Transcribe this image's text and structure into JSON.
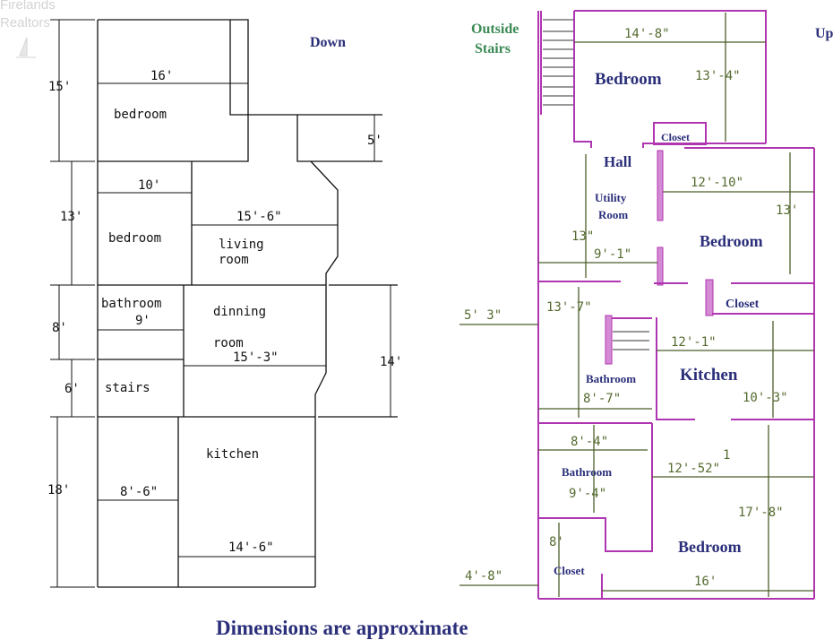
{
  "watermark": {
    "line1": "Firelands",
    "line2": "Realtors"
  },
  "colors": {
    "label_blue": "#2b2f7a",
    "label_green": "#3c8a55",
    "wall_purple": "#b035b0",
    "dimension_green": "#4b5e2a"
  },
  "lower_plan": {
    "direction_label": "Down",
    "rooms": {
      "bedroom1": "bedroom",
      "bedroom2": "bedroom",
      "living1": "living",
      "living2": "room",
      "bathroom": "bathroom",
      "dining1": "dinning",
      "dining2": "room",
      "stairs": "stairs",
      "kitchen": "kitchen"
    },
    "dimensions": {
      "d15": "15'",
      "d16": "16'",
      "d5": "5'",
      "d13": "13'",
      "d10": "10'",
      "d15_6": "15'-6\"",
      "d8": "8'",
      "d9": "9'",
      "d15_3": "15'-3\"",
      "d14": "14'",
      "d6": "6'",
      "d18": "18'",
      "d8_6": "8'-6\"",
      "d14_6": "14'-6\""
    }
  },
  "upper_plan": {
    "outside_stairs_1": "Outside",
    "outside_stairs_2": "Stairs",
    "direction_label": "Up",
    "rooms": {
      "bedroom_top": "Bedroom",
      "closet_top": "Closet",
      "hall": "Hall",
      "utility1": "Utility",
      "utility2": "Room",
      "bedroom_mid": "Bedroom",
      "closet_mid": "Closet",
      "bathroom_mid": "Bathroom",
      "kitchen": "Kitchen",
      "bathroom_low": "Bathroom",
      "closet_low": "Closet",
      "bedroom_low": "Bedroom"
    },
    "dimensions": {
      "d14_8": "14'-8\"",
      "d13_4": "13'-4\"",
      "d12_10": "12'-10\"",
      "d13b": "13'",
      "d13c": "13\"",
      "d9_1": "9'-1\"",
      "d5_3": "5' 3\"",
      "d13_7": "13'-7\"",
      "d12_1": "12'-1\"",
      "d8_7": "8'-7\"",
      "d10_3": "10'-3\"",
      "d8_4": "8'-4\"",
      "d12_52": "12'-52\"",
      "d1": "1",
      "d9_4": "9'-4\"",
      "d17_8": "17'-8\"",
      "d8b": "8'",
      "d4_8": "4'-8\"",
      "d16": "16'"
    }
  },
  "footer": {
    "note": "Dimensions are approximate"
  }
}
